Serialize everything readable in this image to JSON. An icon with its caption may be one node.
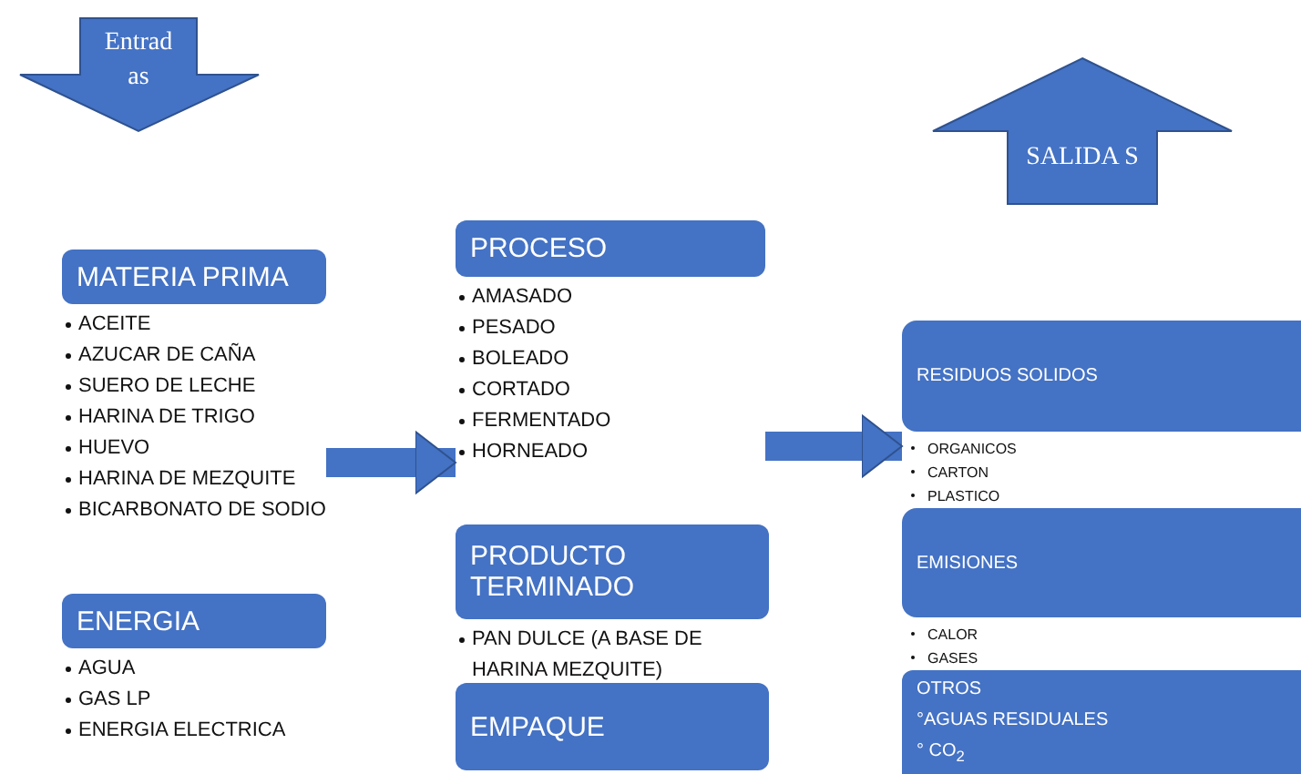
{
  "diagram": {
    "nodes": [
      {
        "text": [
          "Entrad as"
        ]
      },
      {
        "text": [
          "SALIDA S"
        ]
      },
      {
        "text": [
          "MATERIA PRIMA",
          "ACEITE",
          "AZUCAR DE CAÑA",
          "SUERO DE LECHE",
          "HARINA DE TRIGO",
          "HUEVO",
          "HARINA DE MEZQUITE",
          "BICARBONATO DE SODIO"
        ]
      },
      {
        "text": [
          "ENERGIA",
          "AGUA",
          "GAS LP",
          "ENERGIA ELECTRICA"
        ]
      },
      {
        "text": [
          "PROCESO",
          "AMASADO",
          "PESADO",
          "BOLEADO",
          "CORTADO",
          "FERMENTADO",
          "HORNEADO"
        ]
      },
      {
        "text": [
          "PRODUCTO TERMINADO",
          "PAN DULCE (A BASE DE HARINA MEZQUITE)"
        ]
      },
      {
        "text": [
          "EMPAQUE"
        ]
      },
      {
        "text": [
          "RESIDUOS SOLIDOS",
          "ORGANICOS",
          "CARTON",
          "PLASTICO"
        ]
      },
      {
        "text": [
          "EMISIONES",
          "CALOR",
          "GASES"
        ]
      },
      {
        "text": [
          "OTROS",
          "°AGUAS RESIDUALES",
          "° CO$_{2}$"
        ]
      }
    ],
    "edges": [
      {
        "from": 2,
        "to": 4,
        "arrow": "to"
      },
      {
        "from": 4,
        "to": 7,
        "arrow": "to"
      }
    ]
  }
}
